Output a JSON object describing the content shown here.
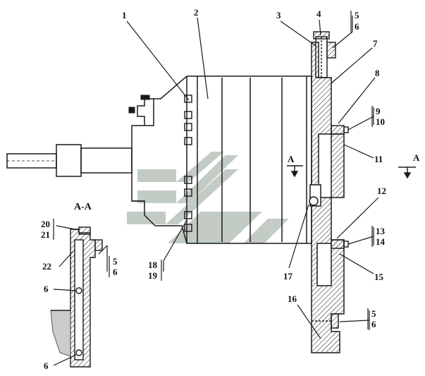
{
  "section_label": "A-A",
  "section_markers": {
    "left": "A",
    "right": "A"
  },
  "callouts": {
    "c1": "1",
    "c2": "2",
    "c3": "3",
    "c4": "4",
    "c5a": "5",
    "c6a": "6",
    "c7": "7",
    "c8": "8",
    "c9": "9",
    "c10": "10",
    "c11": "11",
    "c12": "12",
    "c13": "13",
    "c14": "14",
    "c15": "15",
    "c16": "16",
    "c5b": "5",
    "c6b": "6",
    "c17": "17",
    "c18": "18",
    "c19": "19",
    "c20": "20",
    "c21": "21",
    "c22": "22",
    "c5c": "5",
    "c6c": "6",
    "c6d": "6",
    "c6e": "6"
  },
  "colors": {
    "line": "#1a1a1a",
    "hatch": "#333333",
    "watermark": "#b9c3bc"
  }
}
